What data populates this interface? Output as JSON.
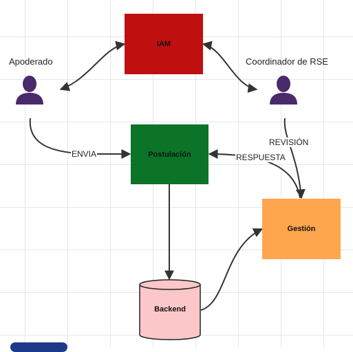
{
  "nodes": {
    "iam": {
      "label": "IAM",
      "color": "#c00f0f"
    },
    "postulacion": {
      "label": "Postulación",
      "color": "#0b7428"
    },
    "gestion": {
      "label": "Gestión",
      "color": "#fda64e"
    },
    "backend": {
      "label": "Backend",
      "color": "#fcc7c9",
      "shape": "cylinder"
    }
  },
  "actors": {
    "apoderado": {
      "label": "Apoderado",
      "icon": "person-icon",
      "color": "#4b2a6b"
    },
    "coordinador": {
      "label": "Coordinador de RSE",
      "icon": "person-icon",
      "color": "#4b2a6b"
    }
  },
  "edges": [
    {
      "from": "apoderado",
      "to": "iam",
      "label": "",
      "bidirectional": true
    },
    {
      "from": "iam",
      "to": "coordinador",
      "label": "",
      "bidirectional": true
    },
    {
      "from": "apoderado",
      "to": "postulacion",
      "label": "ENVIA"
    },
    {
      "from": "gestion",
      "to": "postulacion",
      "label": "RESPUESTA"
    },
    {
      "from": "coordinador",
      "to": "gestion",
      "label": "REVISIÓN"
    },
    {
      "from": "postulacion",
      "to": "backend",
      "label": ""
    },
    {
      "from": "backend",
      "to": "gestion",
      "label": ""
    }
  ],
  "edge_labels": {
    "envia": "ENVIA",
    "revision": "REVISIÓN",
    "respuesta": "RESPUESTA"
  },
  "colors": {
    "edge": "#333333",
    "grid": "#e6e6e6"
  }
}
